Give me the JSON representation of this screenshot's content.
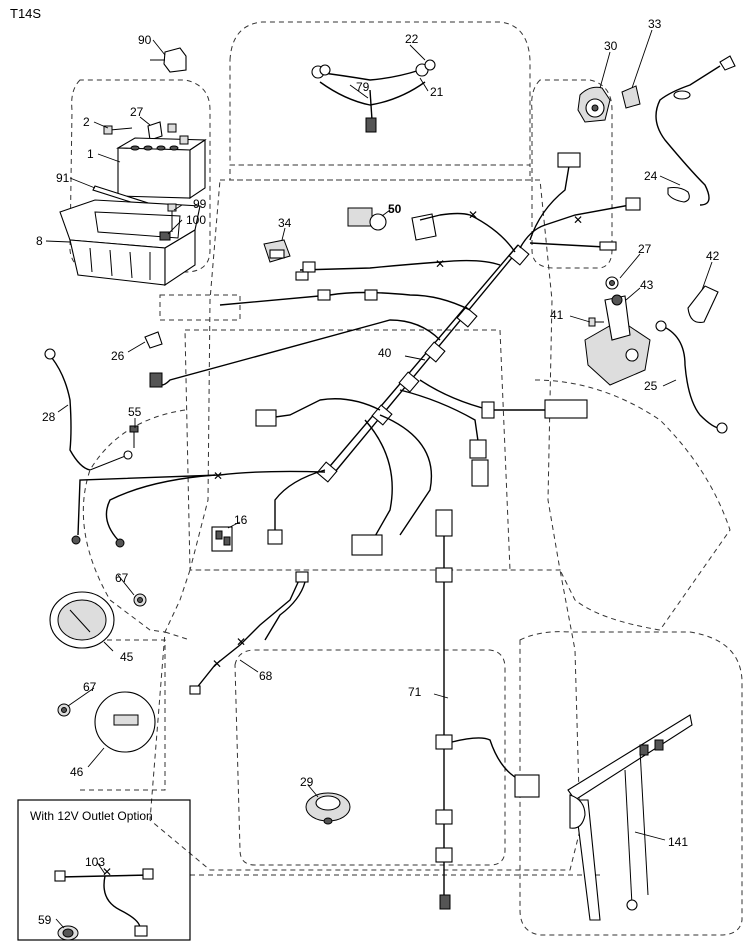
{
  "page_code": "T14S",
  "option_box": {
    "title": "With 12V Outlet Option"
  },
  "callouts": {
    "p1": "1",
    "p2": "2",
    "p8": "8",
    "p16": "16",
    "p21": "21",
    "p22": "22",
    "p24": "24",
    "p25": "25",
    "p26": "26",
    "p27a": "27",
    "p27b": "27",
    "p28": "28",
    "p29": "29",
    "p30": "30",
    "p33": "33",
    "p34": "34",
    "p40": "40",
    "p41": "41",
    "p42": "42",
    "p43": "43",
    "p45": "45",
    "p46": "46",
    "p50": "50",
    "p55": "55",
    "p59": "59",
    "p67a": "67",
    "p67b": "67",
    "p68": "68",
    "p71": "71",
    "p79": "79",
    "p90": "90",
    "p91": "91",
    "p99": "99",
    "p100": "100",
    "p103": "103",
    "p141": "141"
  }
}
